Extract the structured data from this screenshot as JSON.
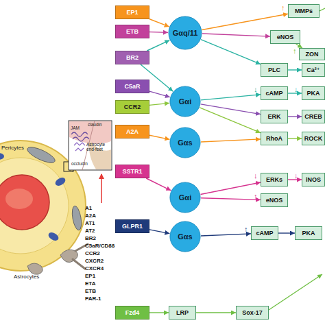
{
  "diagram": {
    "nodes": [
      {
        "text": [
          "EP1"
        ]
      },
      {
        "text": [
          "ETB"
        ]
      },
      {
        "text": [
          "BR2"
        ]
      },
      {
        "text": [
          "C5aR"
        ]
      },
      {
        "text": [
          "CCR2"
        ]
      },
      {
        "text": [
          "A2A"
        ]
      },
      {
        "text": [
          "SSTR1"
        ]
      },
      {
        "text": [
          "GLPR1"
        ]
      },
      {
        "text": [
          "Fzd4"
        ]
      },
      {
        "text": [
          "Gαq/11"
        ]
      },
      {
        "text": [
          "Gαi"
        ]
      },
      {
        "text": [
          "Gαs"
        ]
      },
      {
        "text": [
          "Gαi"
        ]
      },
      {
        "text": [
          "Gαs"
        ]
      },
      {
        "text": [
          "MMPs"
        ]
      },
      {
        "text": [
          "eNOS"
        ]
      },
      {
        "text": [
          "ZON"
        ]
      },
      {
        "text": [
          "PLC"
        ]
      },
      {
        "text": [
          "Ca²⁺"
        ]
      },
      {
        "text": [
          "cAMP"
        ]
      },
      {
        "text": [
          "PKA"
        ]
      },
      {
        "text": [
          "ERK"
        ]
      },
      {
        "text": [
          "CREB"
        ]
      },
      {
        "text": [
          "RhoA"
        ]
      },
      {
        "text": [
          "ROCK"
        ]
      },
      {
        "text": [
          "ERKs"
        ]
      },
      {
        "text": [
          "iNOS"
        ]
      },
      {
        "text": [
          "eNOS"
        ]
      },
      {
        "text": [
          "cAMP"
        ]
      },
      {
        "text": [
          "PKA"
        ]
      },
      {
        "text": [
          "LRP"
        ]
      },
      {
        "text": [
          "Sox-17"
        ]
      }
    ],
    "edges": [
      {
        "from": 0,
        "to": 9,
        "arrow": "to"
      },
      {
        "from": 1,
        "to": 9,
        "arrow": "to"
      },
      {
        "from": 2,
        "to": 9,
        "arrow": "to"
      },
      {
        "from": 2,
        "to": 10,
        "arrow": "to"
      },
      {
        "from": 3,
        "to": 10,
        "arrow": "to"
      },
      {
        "from": 4,
        "to": 10,
        "arrow": "to"
      },
      {
        "from": 5,
        "to": 11,
        "arrow": "to"
      },
      {
        "from": 9,
        "to": 14,
        "arrow": "to"
      },
      {
        "from": 9,
        "to": 15,
        "arrow": "to"
      },
      {
        "from": 9,
        "to": 17,
        "arrow": "to"
      },
      {
        "from": 15,
        "to": 16,
        "arrow": "to"
      },
      {
        "from": 17,
        "to": 18,
        "arrow": "to"
      },
      {
        "from": 10,
        "to": 19,
        "arrow": "to"
      },
      {
        "from": 10,
        "to": 21,
        "arrow": "to"
      },
      {
        "from": 10,
        "to": 23,
        "arrow": "to"
      },
      {
        "from": 11,
        "to": 23,
        "arrow": "to"
      },
      {
        "from": 19,
        "to": 20,
        "arrow": "to"
      },
      {
        "from": 21,
        "to": 22,
        "arrow": "to"
      },
      {
        "from": 23,
        "to": 24,
        "arrow": "to"
      },
      {
        "from": 6,
        "to": 12,
        "arrow": "to"
      },
      {
        "from": 12,
        "to": 25,
        "arrow": "to"
      },
      {
        "from": 25,
        "to": 26,
        "arrow": "to"
      },
      {
        "from": 12,
        "to": 27,
        "arrow": "to"
      },
      {
        "from": 7,
        "to": 13,
        "arrow": "to"
      },
      {
        "from": 13,
        "to": 28,
        "arrow": "to"
      },
      {
        "from": 28,
        "to": 29,
        "arrow": "to"
      },
      {
        "from": 8,
        "to": 30,
        "arrow": "to"
      },
      {
        "from": 30,
        "to": 31,
        "arrow": "to"
      }
    ],
    "labels": [
      "Pericytes",
      "JAM",
      "claudin",
      "occludin",
      "Astrocyte end-feet",
      "Astrocytes",
      "A1",
      "A2A",
      "AT1",
      "AT2",
      "BR2",
      "C5aR/CD88",
      "CCR2",
      "CXCR2",
      "CXCR4",
      "EP1",
      "ETA",
      "ETB",
      "PAR-1",
      "↑",
      "↑",
      "↓",
      "↓",
      "↓",
      "↓",
      "↑",
      "↑"
    ]
  }
}
